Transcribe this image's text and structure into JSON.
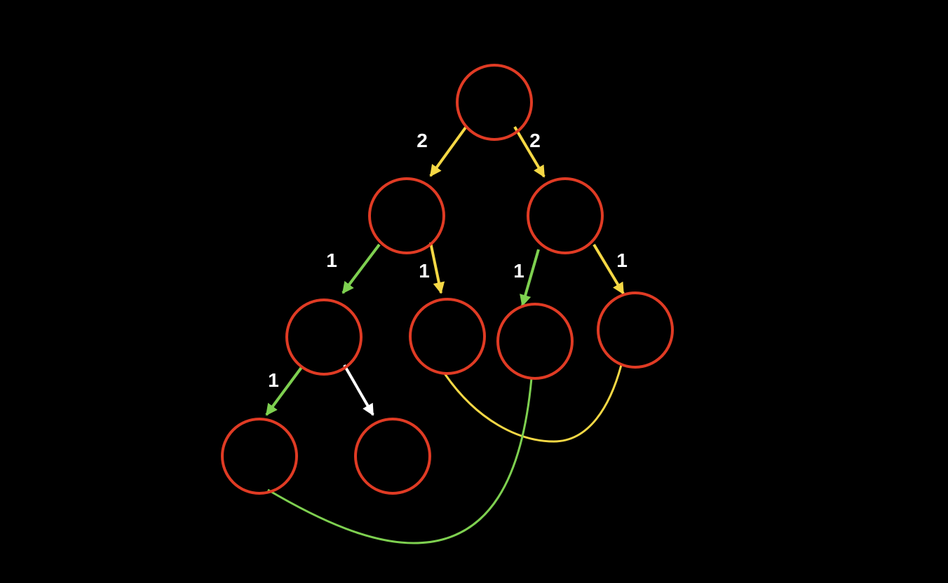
{
  "colors": {
    "background": "#000000",
    "node_stroke": "#e03b24",
    "yellow": "#f5d845",
    "green": "#7ed050",
    "white": "#ffffff",
    "label": "#ffffff"
  },
  "nodes": [
    {
      "id": "n0"
    },
    {
      "id": "n1"
    },
    {
      "id": "n2"
    },
    {
      "id": "n3"
    },
    {
      "id": "n4"
    },
    {
      "id": "n5"
    },
    {
      "id": "n6"
    },
    {
      "id": "n7"
    },
    {
      "id": "n8"
    }
  ],
  "edges": [
    {
      "id": "e-n0-n1",
      "from": "n0",
      "to": "n1",
      "color": "yellow",
      "label": "2"
    },
    {
      "id": "e-n0-n2",
      "from": "n0",
      "to": "n2",
      "color": "yellow",
      "label": "2"
    },
    {
      "id": "e-n1-n3",
      "from": "n1",
      "to": "n3",
      "color": "green",
      "label": "1"
    },
    {
      "id": "e-n1-n4",
      "from": "n1",
      "to": "n4",
      "color": "yellow",
      "label": "1"
    },
    {
      "id": "e-n2-n5",
      "from": "n2",
      "to": "n5",
      "color": "green",
      "label": "1"
    },
    {
      "id": "e-n2-n6",
      "from": "n2",
      "to": "n6",
      "color": "yellow",
      "label": "1"
    },
    {
      "id": "e-n3-n7",
      "from": "n3",
      "to": "n7",
      "color": "green",
      "label": "1"
    },
    {
      "id": "e-n3-n8",
      "from": "n3",
      "to": "n8",
      "color": "white",
      "label": ""
    }
  ],
  "links": [
    {
      "id": "link-n4-n6",
      "from": "n4",
      "to": "n6",
      "color": "yellow"
    },
    {
      "id": "link-n7-n5",
      "from": "n7",
      "to": "n5",
      "color": "green"
    }
  ]
}
